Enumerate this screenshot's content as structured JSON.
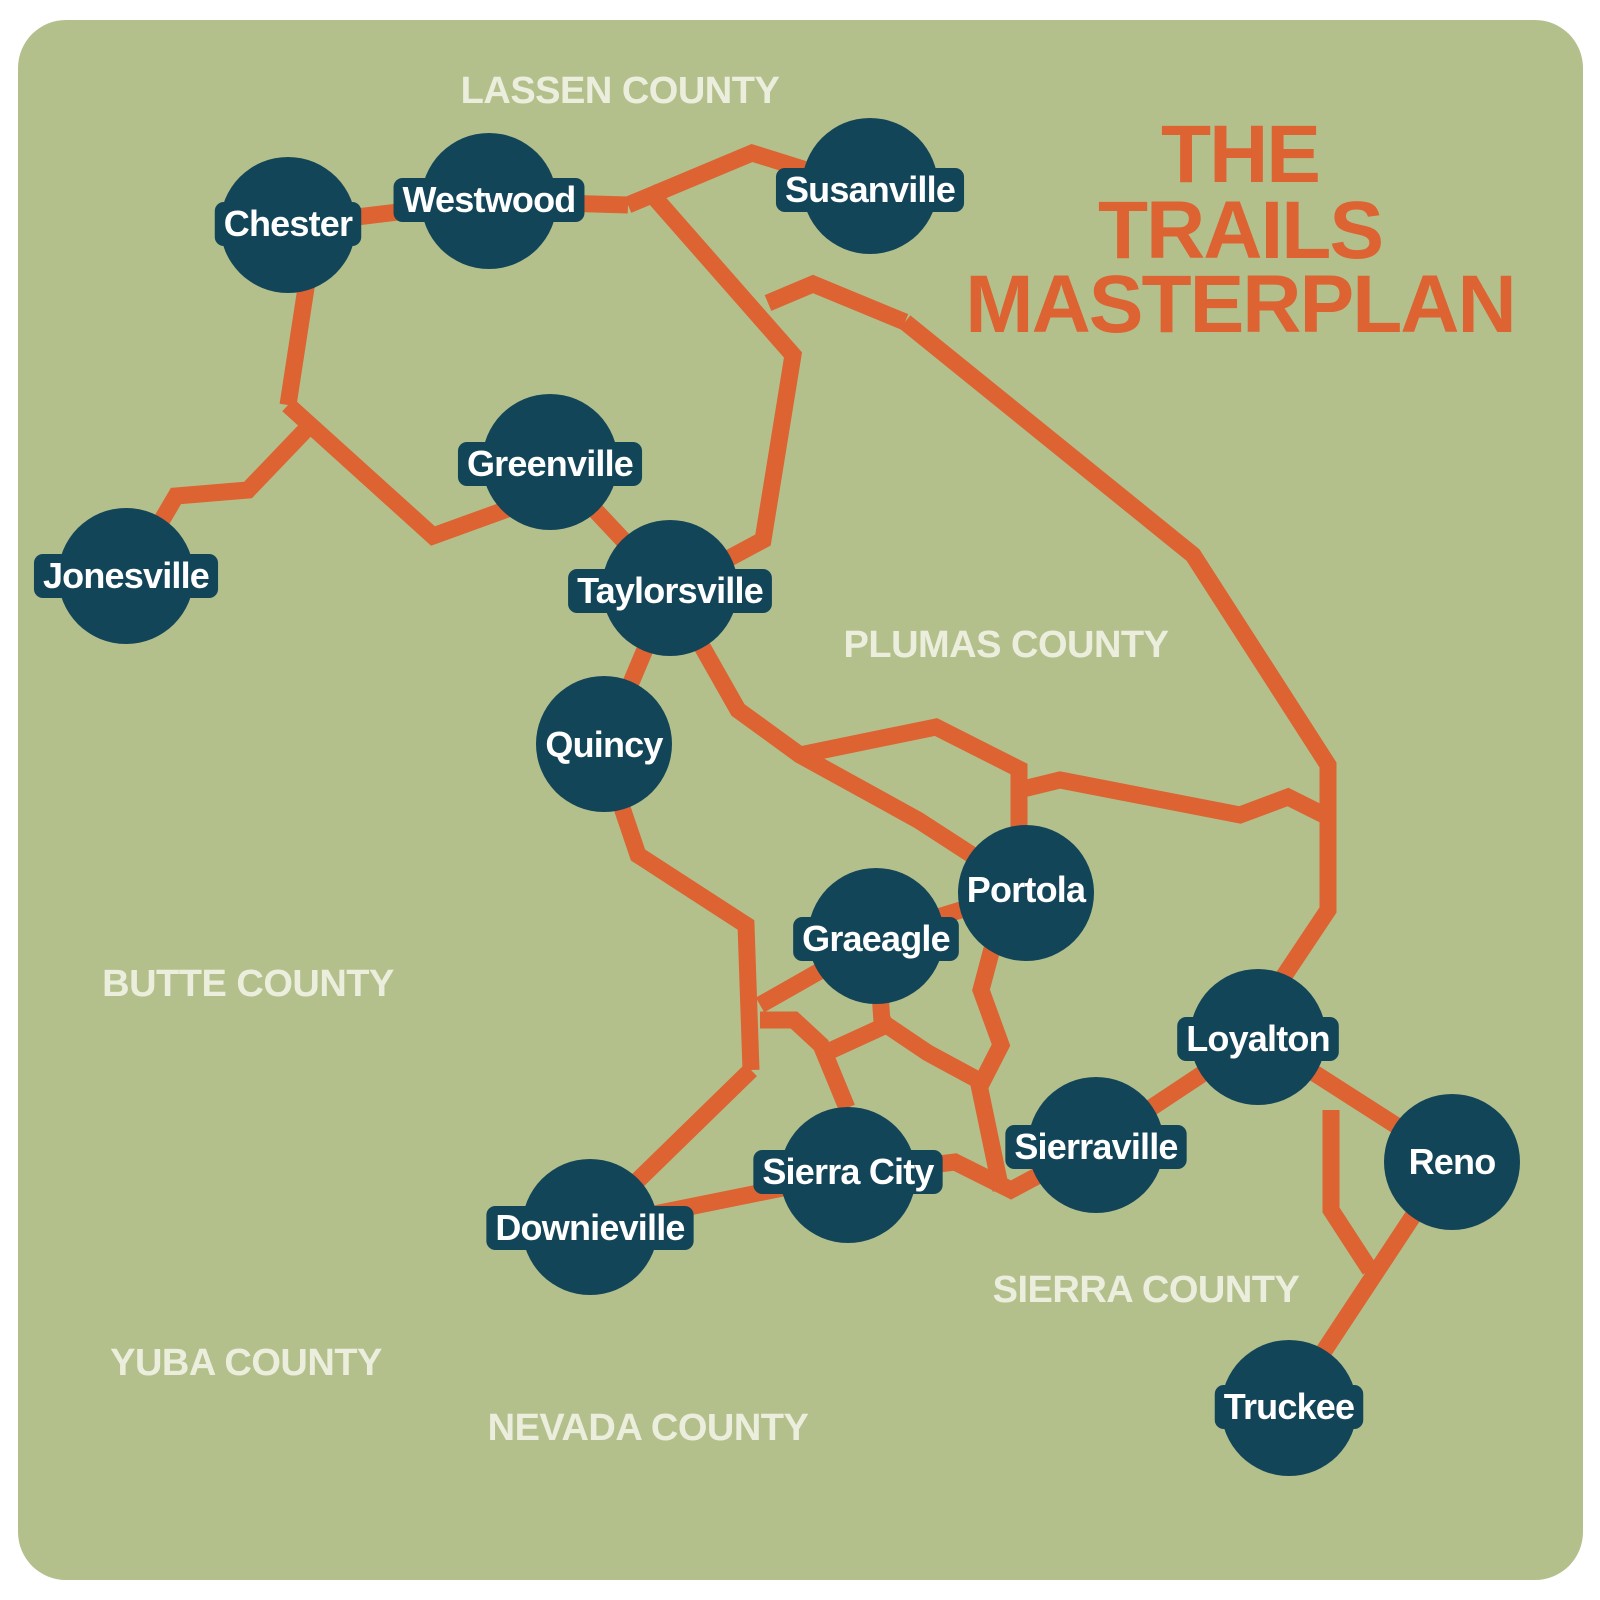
{
  "map": {
    "title_lines": [
      "THE",
      "TRAILS",
      "MASTERPLAN"
    ],
    "counties": [
      {
        "id": "lassen",
        "label": "LASSEN COUNTY"
      },
      {
        "id": "plumas",
        "label": "PLUMAS COUNTY"
      },
      {
        "id": "butte",
        "label": "BUTTE COUNTY"
      },
      {
        "id": "sierra",
        "label": "SIERRA COUNTY"
      },
      {
        "id": "yuba",
        "label": "YUBA COUNTY"
      },
      {
        "id": "nevada",
        "label": "NEVADA COUNTY"
      }
    ],
    "towns": [
      {
        "id": "chester",
        "label": "Chester"
      },
      {
        "id": "westwood",
        "label": "Westwood"
      },
      {
        "id": "susanville",
        "label": "Susanville"
      },
      {
        "id": "greenville",
        "label": "Greenville"
      },
      {
        "id": "jonesville",
        "label": "Jonesville"
      },
      {
        "id": "taylorsville",
        "label": "Taylorsville"
      },
      {
        "id": "quincy",
        "label": "Quincy"
      },
      {
        "id": "portola",
        "label": "Portola"
      },
      {
        "id": "graeagle",
        "label": "Graeagle"
      },
      {
        "id": "loyalton",
        "label": "Loyalton"
      },
      {
        "id": "sierraville",
        "label": "Sierraville"
      },
      {
        "id": "sierra-city",
        "label": "Sierra City"
      },
      {
        "id": "downieville",
        "label": "Downieville"
      },
      {
        "id": "reno",
        "label": "Reno"
      },
      {
        "id": "truckee",
        "label": "Truckee"
      }
    ],
    "colors": {
      "background": "#b3c08c",
      "trail": "#dd6332",
      "node": "#134559",
      "node_text": "#ffffff",
      "title": "#dd6332",
      "county": "#eceedd",
      "frame": "#ffffff"
    }
  }
}
